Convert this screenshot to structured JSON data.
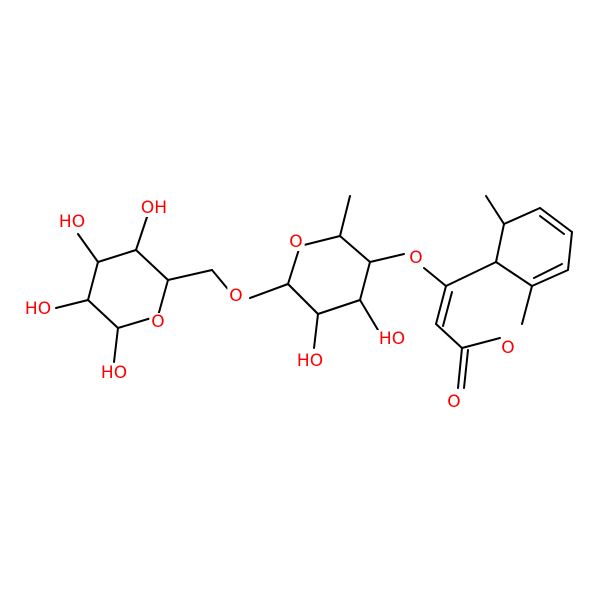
{
  "colors": {
    "bond": "#000000",
    "oxygen": "#ff0000",
    "background": "#ffffff"
  },
  "labels": {
    "ho_a": "HO",
    "ho_b": "HO",
    "ho_c": "HO",
    "ho_d": "HO",
    "ho_e": "HO",
    "oh_f": "OH",
    "o_ring1": "O",
    "o_link1": "O",
    "o_ring2": "O",
    "o_link2": "O",
    "o_ring3": "O",
    "o_carbonyl": "O"
  }
}
